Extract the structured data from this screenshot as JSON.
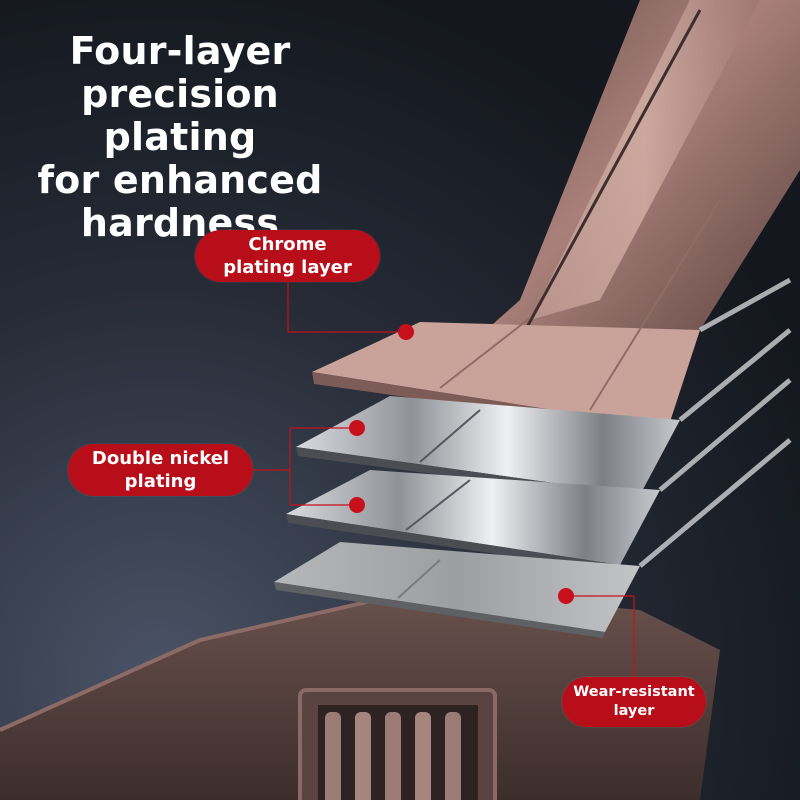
{
  "headline": {
    "lines": [
      "Four-layer",
      "precision plating",
      "for enhanced",
      "hardness"
    ]
  },
  "labels": {
    "chrome": {
      "lines": [
        "Chrome",
        "plating layer"
      ]
    },
    "nickel": {
      "lines": [
        "Double nickel",
        "plating"
      ]
    },
    "wear": {
      "lines": [
        "Wear-resistant",
        "layer"
      ]
    }
  },
  "colors": {
    "background": "#1a1e27",
    "label_fill": "#b80e1a",
    "marker": "#c8101c",
    "chrome_layer": "#c9a39a",
    "nickel_layer": "#b9bcc2",
    "wear_layer": "#a9abad"
  }
}
